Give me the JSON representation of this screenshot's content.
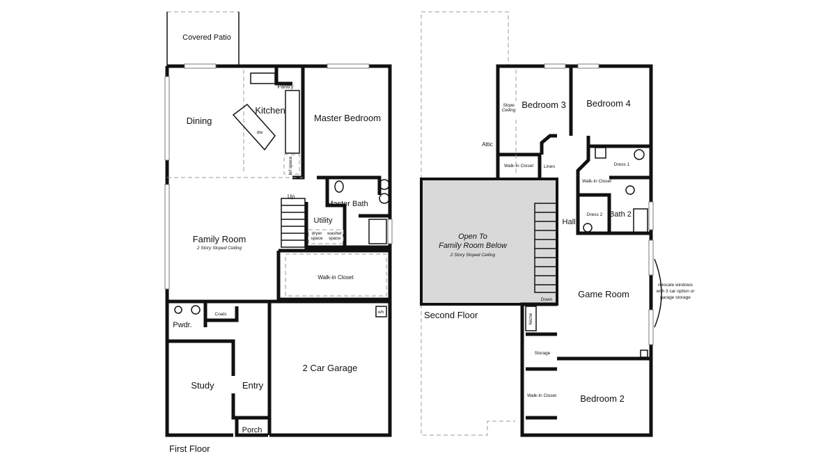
{
  "first_floor": {
    "title": "First Floor",
    "rooms": {
      "covered_patio": "Covered Patio",
      "dining": "Dining",
      "kitchen": "Kitchen",
      "pantry": "Pantry",
      "dw": "dw",
      "ref_space": "ref space",
      "master_bedroom": "Master Bedroom",
      "master_bath": "Master Bath",
      "utility": "Utility",
      "dryer_space": "dryer space",
      "washer_space": "washer space",
      "up": "Up",
      "family_room": "Family Room",
      "family_room_note": "2 Story Sloped Ceiling",
      "walk_in_closet": "Walk-in Closet",
      "pwdr": "Pwdr.",
      "coats": "Coats",
      "wh": "wh",
      "study": "Study",
      "entry": "Entry",
      "porch": "Porch",
      "garage": "2 Car Garage"
    }
  },
  "second_floor": {
    "title": "Second Floor",
    "rooms": {
      "bedroom_3": "Bedroom 3",
      "slope_ceiling": "Slope Ceiling",
      "bedroom_4": "Bedroom 4",
      "attic": "Attic",
      "walk_in_closet_3": "Walk-In Closet",
      "linen": "Linen",
      "dress_1": "Dress 1",
      "walk_in_closet_4": "Walk-In Closet",
      "dress_2": "Dress 2",
      "bath_2": "Bath 2",
      "hall": "Hall",
      "open_to_1": "Open To",
      "open_to_2": "Family Room Below",
      "open_to_note": "2 Story Sloped Ceiling",
      "down": "Down",
      "game_room": "Game Room",
      "niche": "Niche",
      "storage": "Storage",
      "walk_in_closet_2": "Walk-In Closet",
      "bedroom_2": "Bedroom 2"
    },
    "note": [
      "relocate windows",
      "with 3 car option or",
      "garage storage"
    ]
  },
  "colors": {
    "walls": "#111111",
    "open_area": "#d9d9d9"
  }
}
